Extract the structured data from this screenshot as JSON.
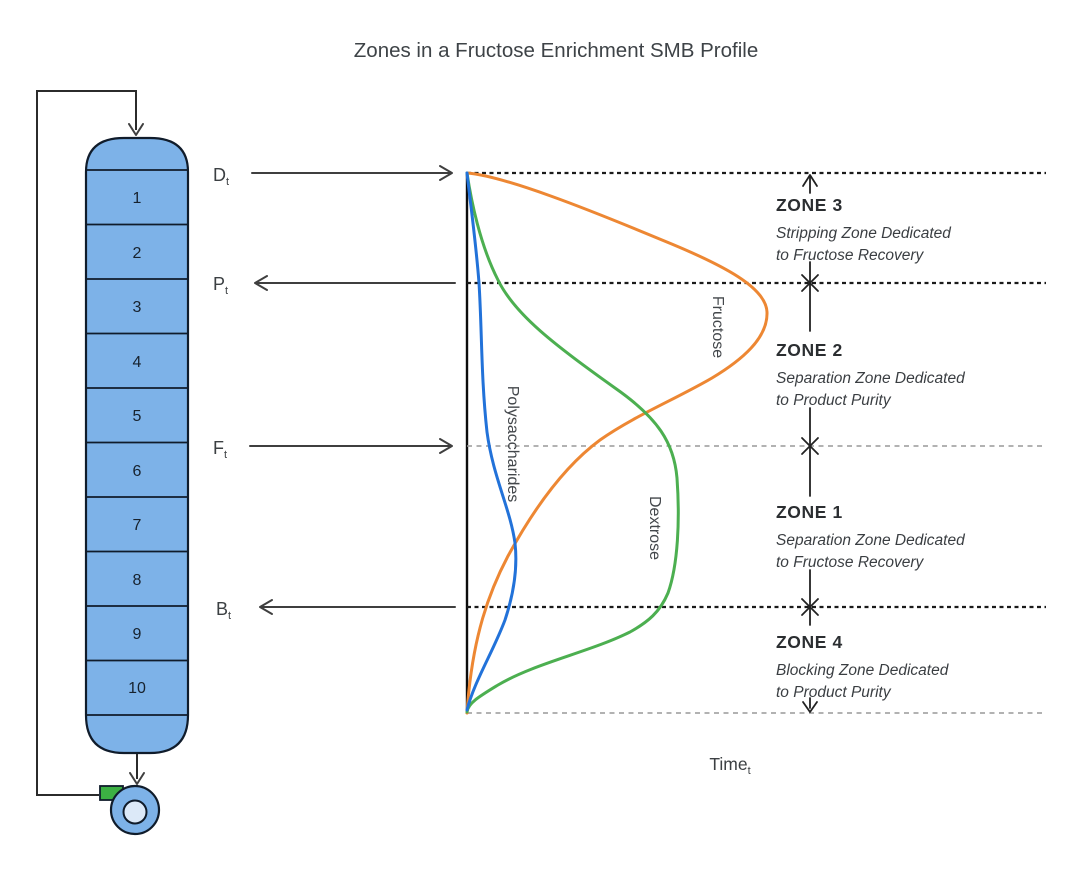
{
  "title": "Zones in a Fructose Enrichment SMB Profile",
  "column": {
    "cells": [
      "1",
      "2",
      "3",
      "4",
      "5",
      "6",
      "7",
      "8",
      "9",
      "10"
    ]
  },
  "ports": {
    "desorbent": {
      "name": "D",
      "sub": "t"
    },
    "product": {
      "name": "P",
      "sub": "t"
    },
    "feed": {
      "name": "F",
      "sub": "t"
    },
    "blocking": {
      "name": "B",
      "sub": "t"
    }
  },
  "curves": {
    "fructose": {
      "label": "Fructose",
      "color": "#ED8733"
    },
    "dextrose": {
      "label": "Dextrose",
      "color": "#4CAF50"
    },
    "polysaccharides": {
      "label": "Polysaccharides",
      "color": "#2272D9"
    }
  },
  "zones": [
    {
      "heading": "ZONE 3",
      "line1": "Stripping Zone Dedicated",
      "line2": "to Fructose Recovery"
    },
    {
      "heading": "ZONE 2",
      "line1": "Separation Zone Dedicated",
      "line2": "to Product Purity"
    },
    {
      "heading": "ZONE 1",
      "line1": "Separation Zone Dedicated",
      "line2": "to Fructose Recovery"
    },
    {
      "heading": "ZONE 4",
      "line1": "Blocking Zone Dedicated",
      "line2": "to Product Purity"
    }
  ],
  "axis": {
    "label": "Time",
    "sub": "t"
  },
  "colors": {
    "column_fill": "#7DB2E8",
    "pump_inner": "#DCE9F8",
    "valve_green": "#3CB043"
  }
}
